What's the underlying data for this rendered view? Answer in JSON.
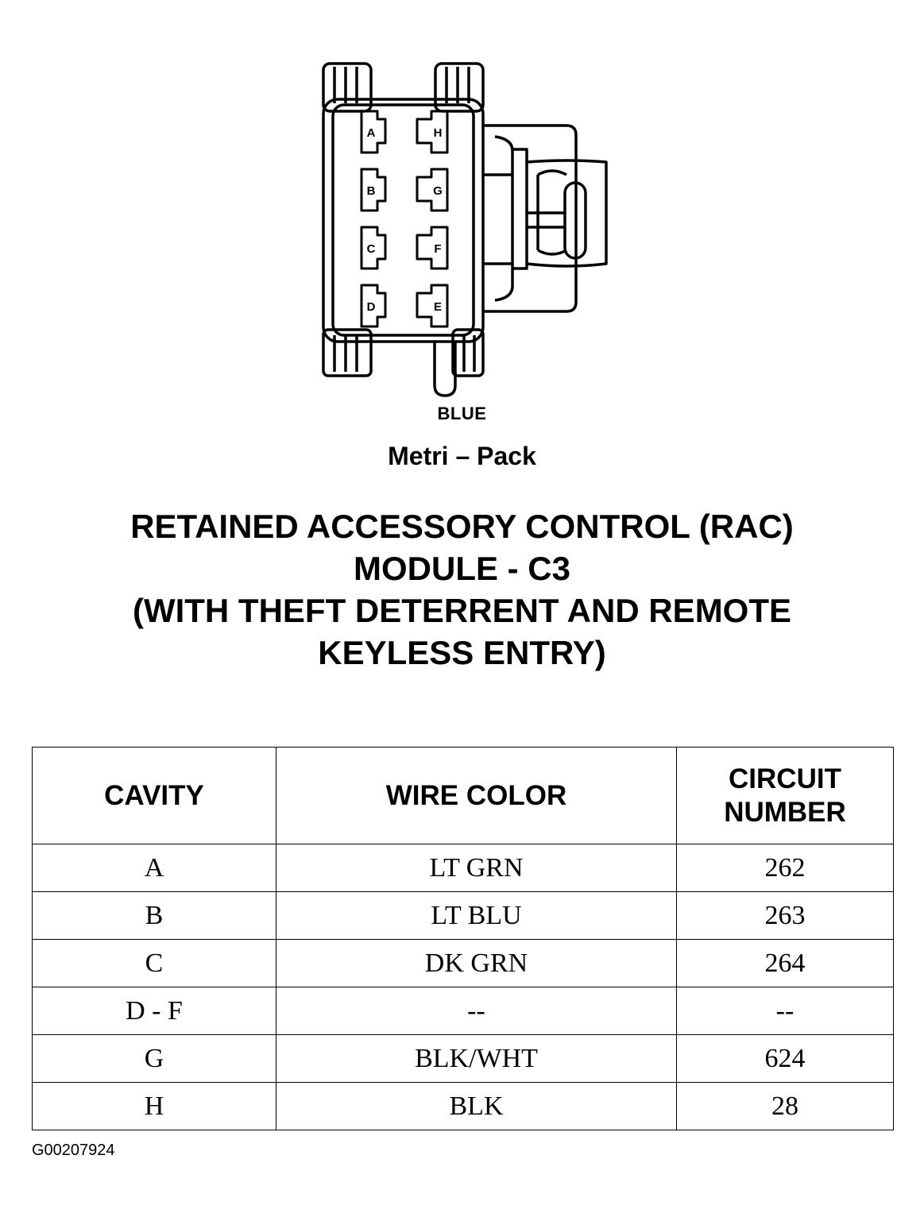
{
  "connector": {
    "color": "BLUE",
    "type": "Metri – Pack",
    "pins_left": [
      "A",
      "B",
      "C",
      "D"
    ],
    "pins_right": [
      "H",
      "G",
      "F",
      "E"
    ]
  },
  "title": {
    "line1": "RETAINED ACCESSORY CONTROL (RAC)",
    "line2": "MODULE - C3",
    "line3": "(WITH THEFT DETERRENT AND REMOTE",
    "line4": "KEYLESS ENTRY)"
  },
  "table": {
    "headers": {
      "cavity": "CAVITY",
      "wire_color": "WIRE COLOR",
      "circuit_line1": "CIRCUIT",
      "circuit_line2": "NUMBER"
    },
    "rows": [
      {
        "cavity": "A",
        "wire_color": "LT GRN",
        "circuit": "262"
      },
      {
        "cavity": "B",
        "wire_color": "LT BLU",
        "circuit": "263"
      },
      {
        "cavity": "C",
        "wire_color": "DK GRN",
        "circuit": "264"
      },
      {
        "cavity": "D - F",
        "wire_color": "--",
        "circuit": "--"
      },
      {
        "cavity": "G",
        "wire_color": "BLK/WHT",
        "circuit": "624"
      },
      {
        "cavity": "H",
        "wire_color": "BLK",
        "circuit": "28"
      }
    ]
  },
  "figure_id": "G00207924"
}
